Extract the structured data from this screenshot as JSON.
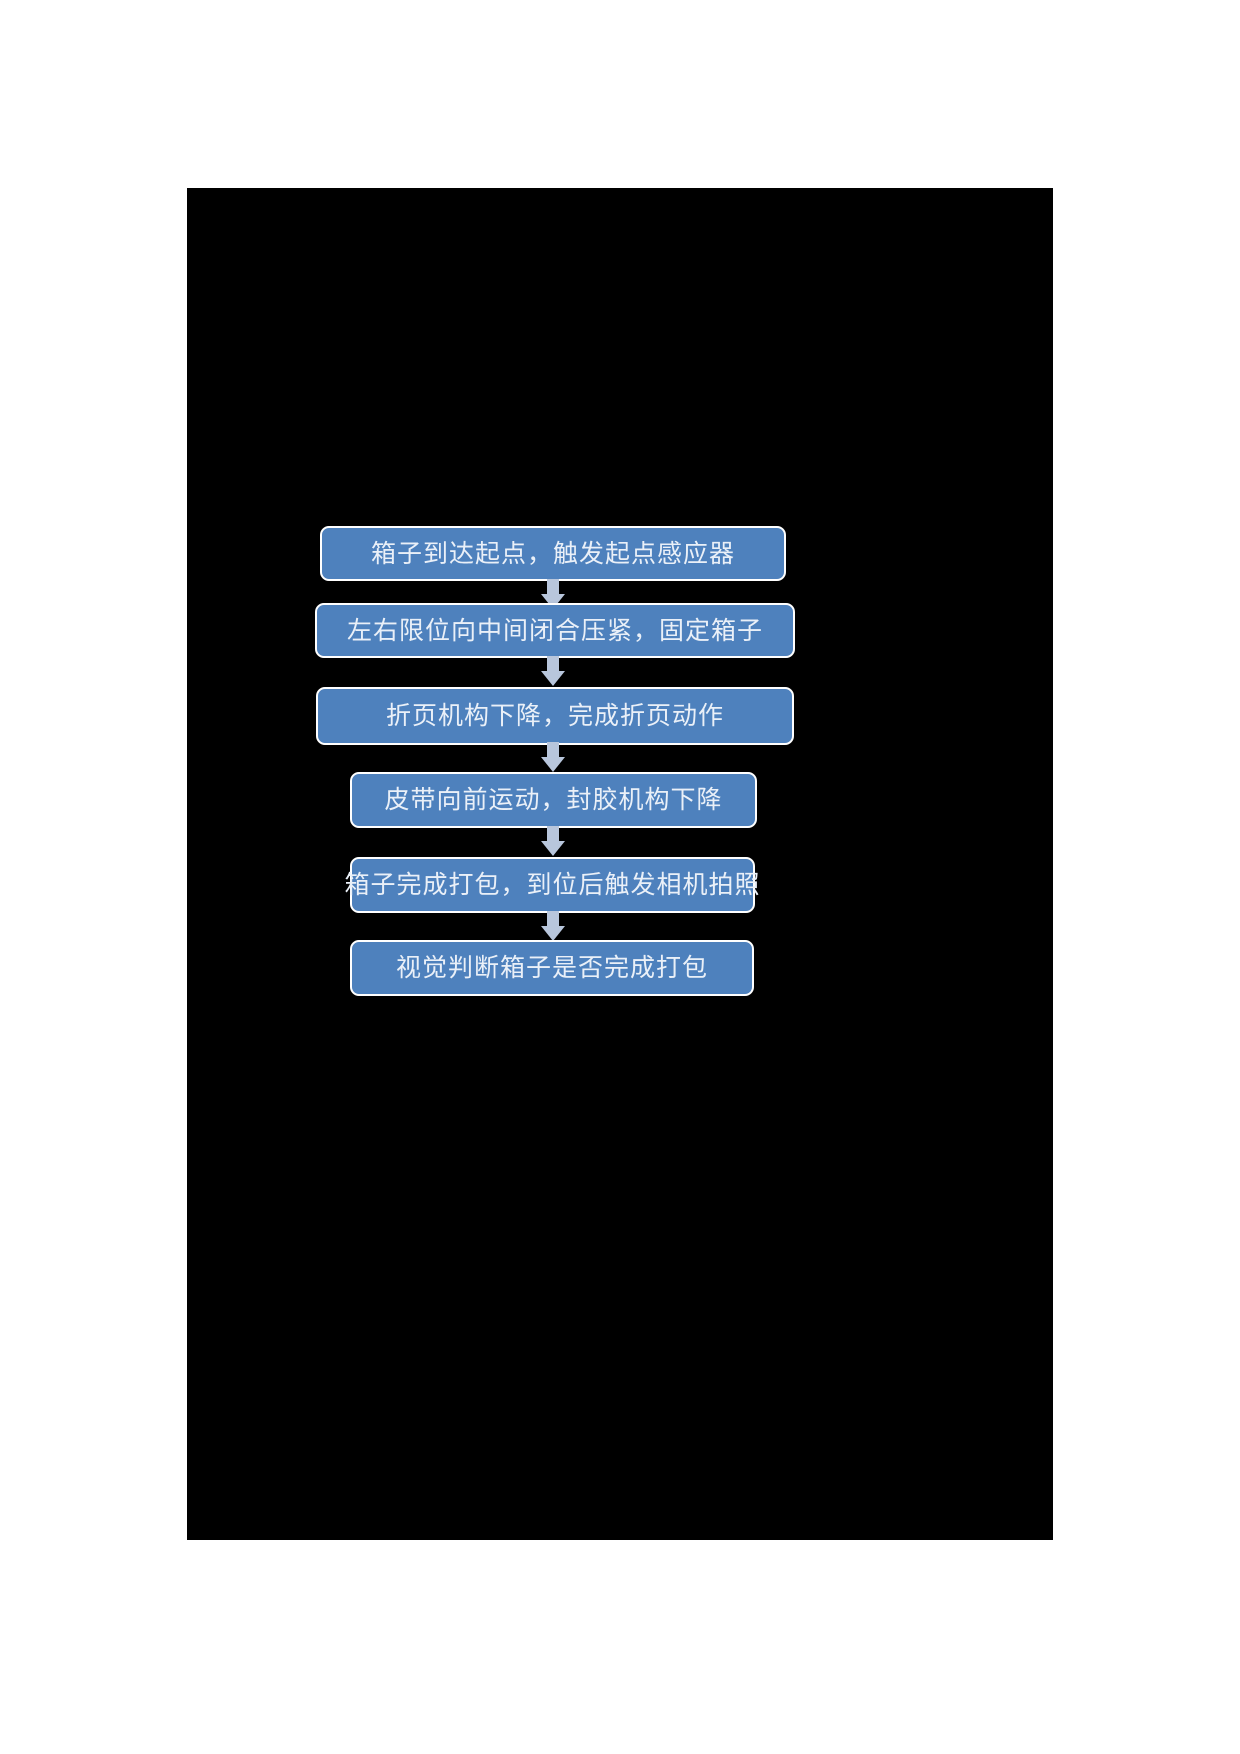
{
  "page": {
    "background_color": "#FFFFFF",
    "canvas_color": "#000000"
  },
  "diagram": {
    "type": "flowchart",
    "orientation": "vertical-top-down",
    "node_fill_color": "#4E81BD",
    "node_border_color": "#FFFFFF",
    "node_text_color": "#EAF0F8",
    "arrow_color": "#B8C6DC",
    "nodes": [
      {
        "id": "step-1",
        "label": "箱子到达起点，触发起点感应器"
      },
      {
        "id": "step-2",
        "label": "左右限位向中间闭合压紧，固定箱子"
      },
      {
        "id": "step-3",
        "label": "折页机构下降，完成折页动作"
      },
      {
        "id": "step-4",
        "label": "皮带向前运动，封胶机构下降"
      },
      {
        "id": "step-5",
        "label": "箱子完成打包，到位后触发相机拍照"
      },
      {
        "id": "step-6",
        "label": "视觉判断箱子是否完成打包"
      }
    ],
    "connectors": [
      {
        "id": "arrow-1",
        "icon": "arrow-down-icon",
        "from": "step-1",
        "to": "step-2"
      },
      {
        "id": "arrow-2",
        "icon": "arrow-down-icon",
        "from": "step-2",
        "to": "step-3"
      },
      {
        "id": "arrow-3",
        "icon": "arrow-down-icon",
        "from": "step-3",
        "to": "step-4"
      },
      {
        "id": "arrow-4",
        "icon": "arrow-down-icon",
        "from": "step-4",
        "to": "step-5"
      },
      {
        "id": "arrow-5",
        "icon": "arrow-down-icon",
        "from": "step-5",
        "to": "step-6"
      }
    ]
  }
}
